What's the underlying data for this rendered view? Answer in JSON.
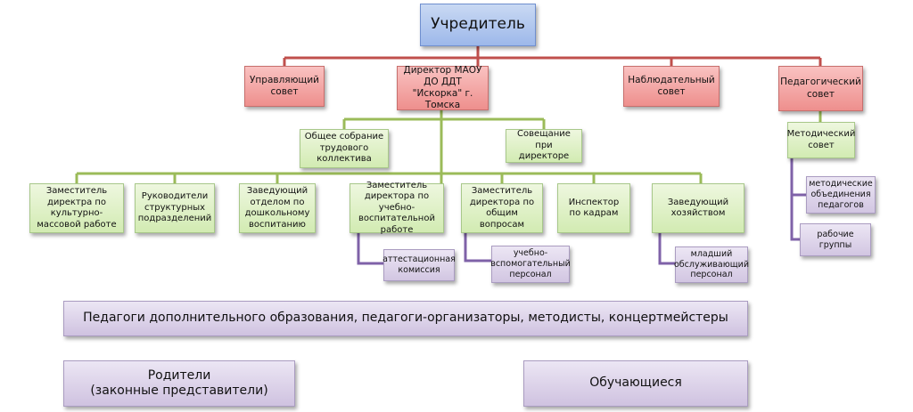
{
  "founder": "Учредитель",
  "level1": {
    "managing_council": "Управляющий совет",
    "director": "Директор МАОУ ДО ДДТ \"Искорка\" г. Томска",
    "supervisory_council": "Наблюдательный совет",
    "pedagogical_council": "Педагогический совет"
  },
  "level2": {
    "general_meeting": "Общее собрание трудового коллектива",
    "director_meeting": "Совещание при директоре"
  },
  "level3": {
    "deputy_cultural": "Заместитель директра по культурно-массовой работе",
    "unit_heads": "Руководители структурных подразделений",
    "preschool_head": "Заведующий отделом по дошкольному воспитанию",
    "deputy_educational": "Заместитель директора по учебно-воспитательной работе",
    "deputy_general": "Заместитель директора по общим вопросам",
    "hr_inspector": "Инспектор по кадрам",
    "household_head": "Заведующий хозяйством"
  },
  "level4": {
    "attestation_commission": "аттестационная комиссия",
    "support_staff": "учебно-вспомогательный персонал",
    "service_staff": "младший обслуживающий персонал"
  },
  "methodical": {
    "council": "Методический совет",
    "associations": "методические объединения педагогов",
    "working_groups": "рабочие группы"
  },
  "bottom": {
    "teachers": "Педагоги дополнительного образования, педагоги-организаторы, методисты, концертмейстеры",
    "parents_line1": "Родители",
    "parents_line2": "(законные представители)",
    "students": "Обучающиеся"
  },
  "colors": {
    "red_line": "#c0504d",
    "green_line": "#9bbb59",
    "purple_line": "#7f62a8"
  }
}
